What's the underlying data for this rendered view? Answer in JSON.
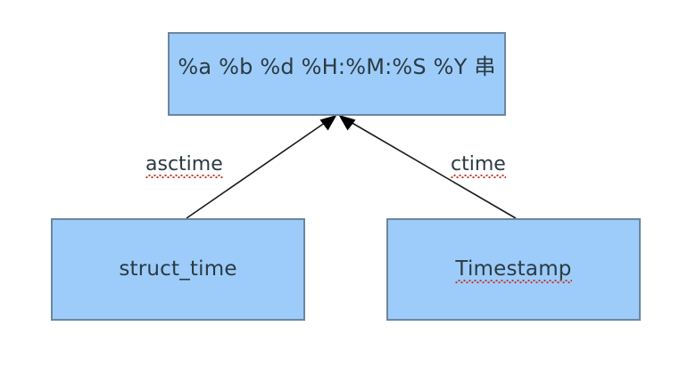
{
  "diagram": {
    "title": "",
    "background_color": "#FFFFFF",
    "node_fill_color": "#9DCCFB",
    "node_border_color": "#6B879E",
    "text_color": "#2B3A42",
    "spellcheck_underline_color": "#C0392B",
    "nodes": [
      {
        "id": "format",
        "label": "%a %b %d %H:%M:%S %Y 串",
        "spellchecked": false
      },
      {
        "id": "structtime",
        "label": "struct_time",
        "spellchecked": false
      },
      {
        "id": "timestamp",
        "label": "Timestamp",
        "spellchecked": true
      }
    ],
    "edges": [
      {
        "id": "asctime",
        "label": "asctime",
        "from": "structtime",
        "to": "format",
        "spellchecked": true,
        "arrowhead": "solid-triangle"
      },
      {
        "id": "ctime",
        "label": "ctime",
        "from": "timestamp",
        "to": "format",
        "spellchecked": true,
        "arrowhead": "solid-triangle"
      }
    ]
  }
}
